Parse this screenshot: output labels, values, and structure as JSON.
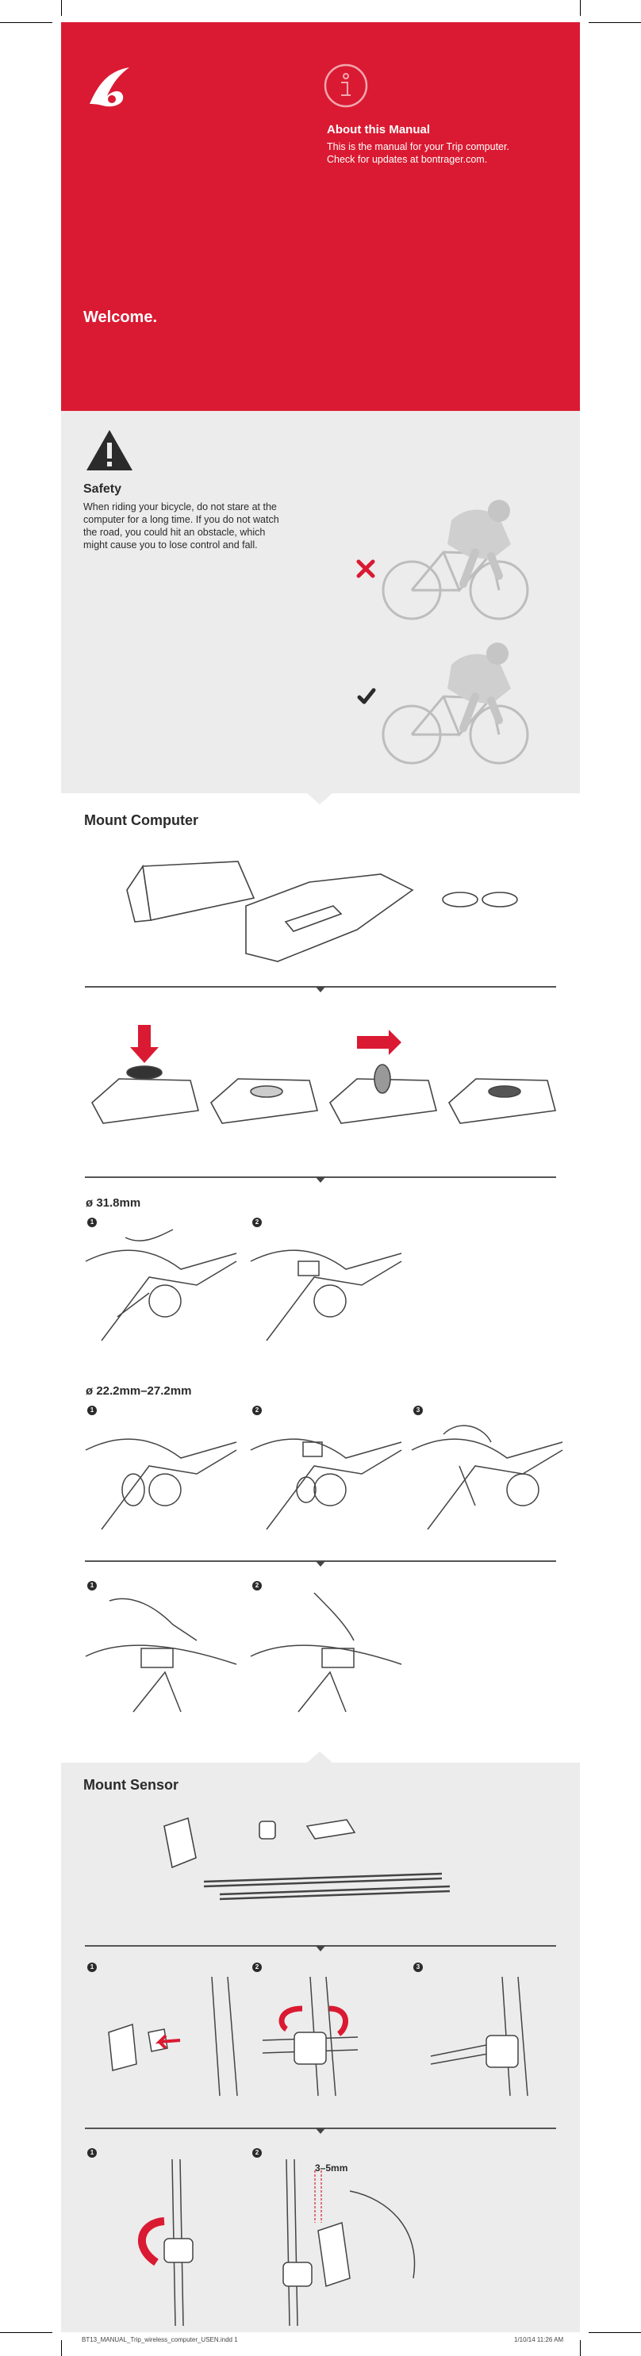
{
  "about": {
    "title": "About this Manual",
    "line1": "This is the manual for your Trip computer.",
    "line2": "Check for updates at bontrager.com."
  },
  "welcome": "Welcome.",
  "safety": {
    "title": "Safety",
    "lines": [
      "When riding your bicycle, do not stare at the",
      "computer for a long time. If you do not watch",
      "the road, you could hit an obstacle, which",
      "might cause you to lose control and fall."
    ]
  },
  "mount_computer": {
    "title": "Mount Computer",
    "size_a": "ø 31.8mm",
    "size_b": "ø 22.2mm–27.2mm"
  },
  "mount_sensor": {
    "title": "Mount Sensor",
    "gap": "3–5mm"
  },
  "steps": [
    "1",
    "2",
    "3"
  ],
  "footer": {
    "file": "BT13_MANUAL_Trip_wireless_computer_USEN.indd   1",
    "date": "1/10/14   11:26 AM"
  },
  "colors": {
    "accent": "#da1a32",
    "panel": "#ececec"
  },
  "icons": [
    "bontrager-logo",
    "info-icon",
    "warning-icon",
    "cross-icon",
    "check-icon"
  ]
}
